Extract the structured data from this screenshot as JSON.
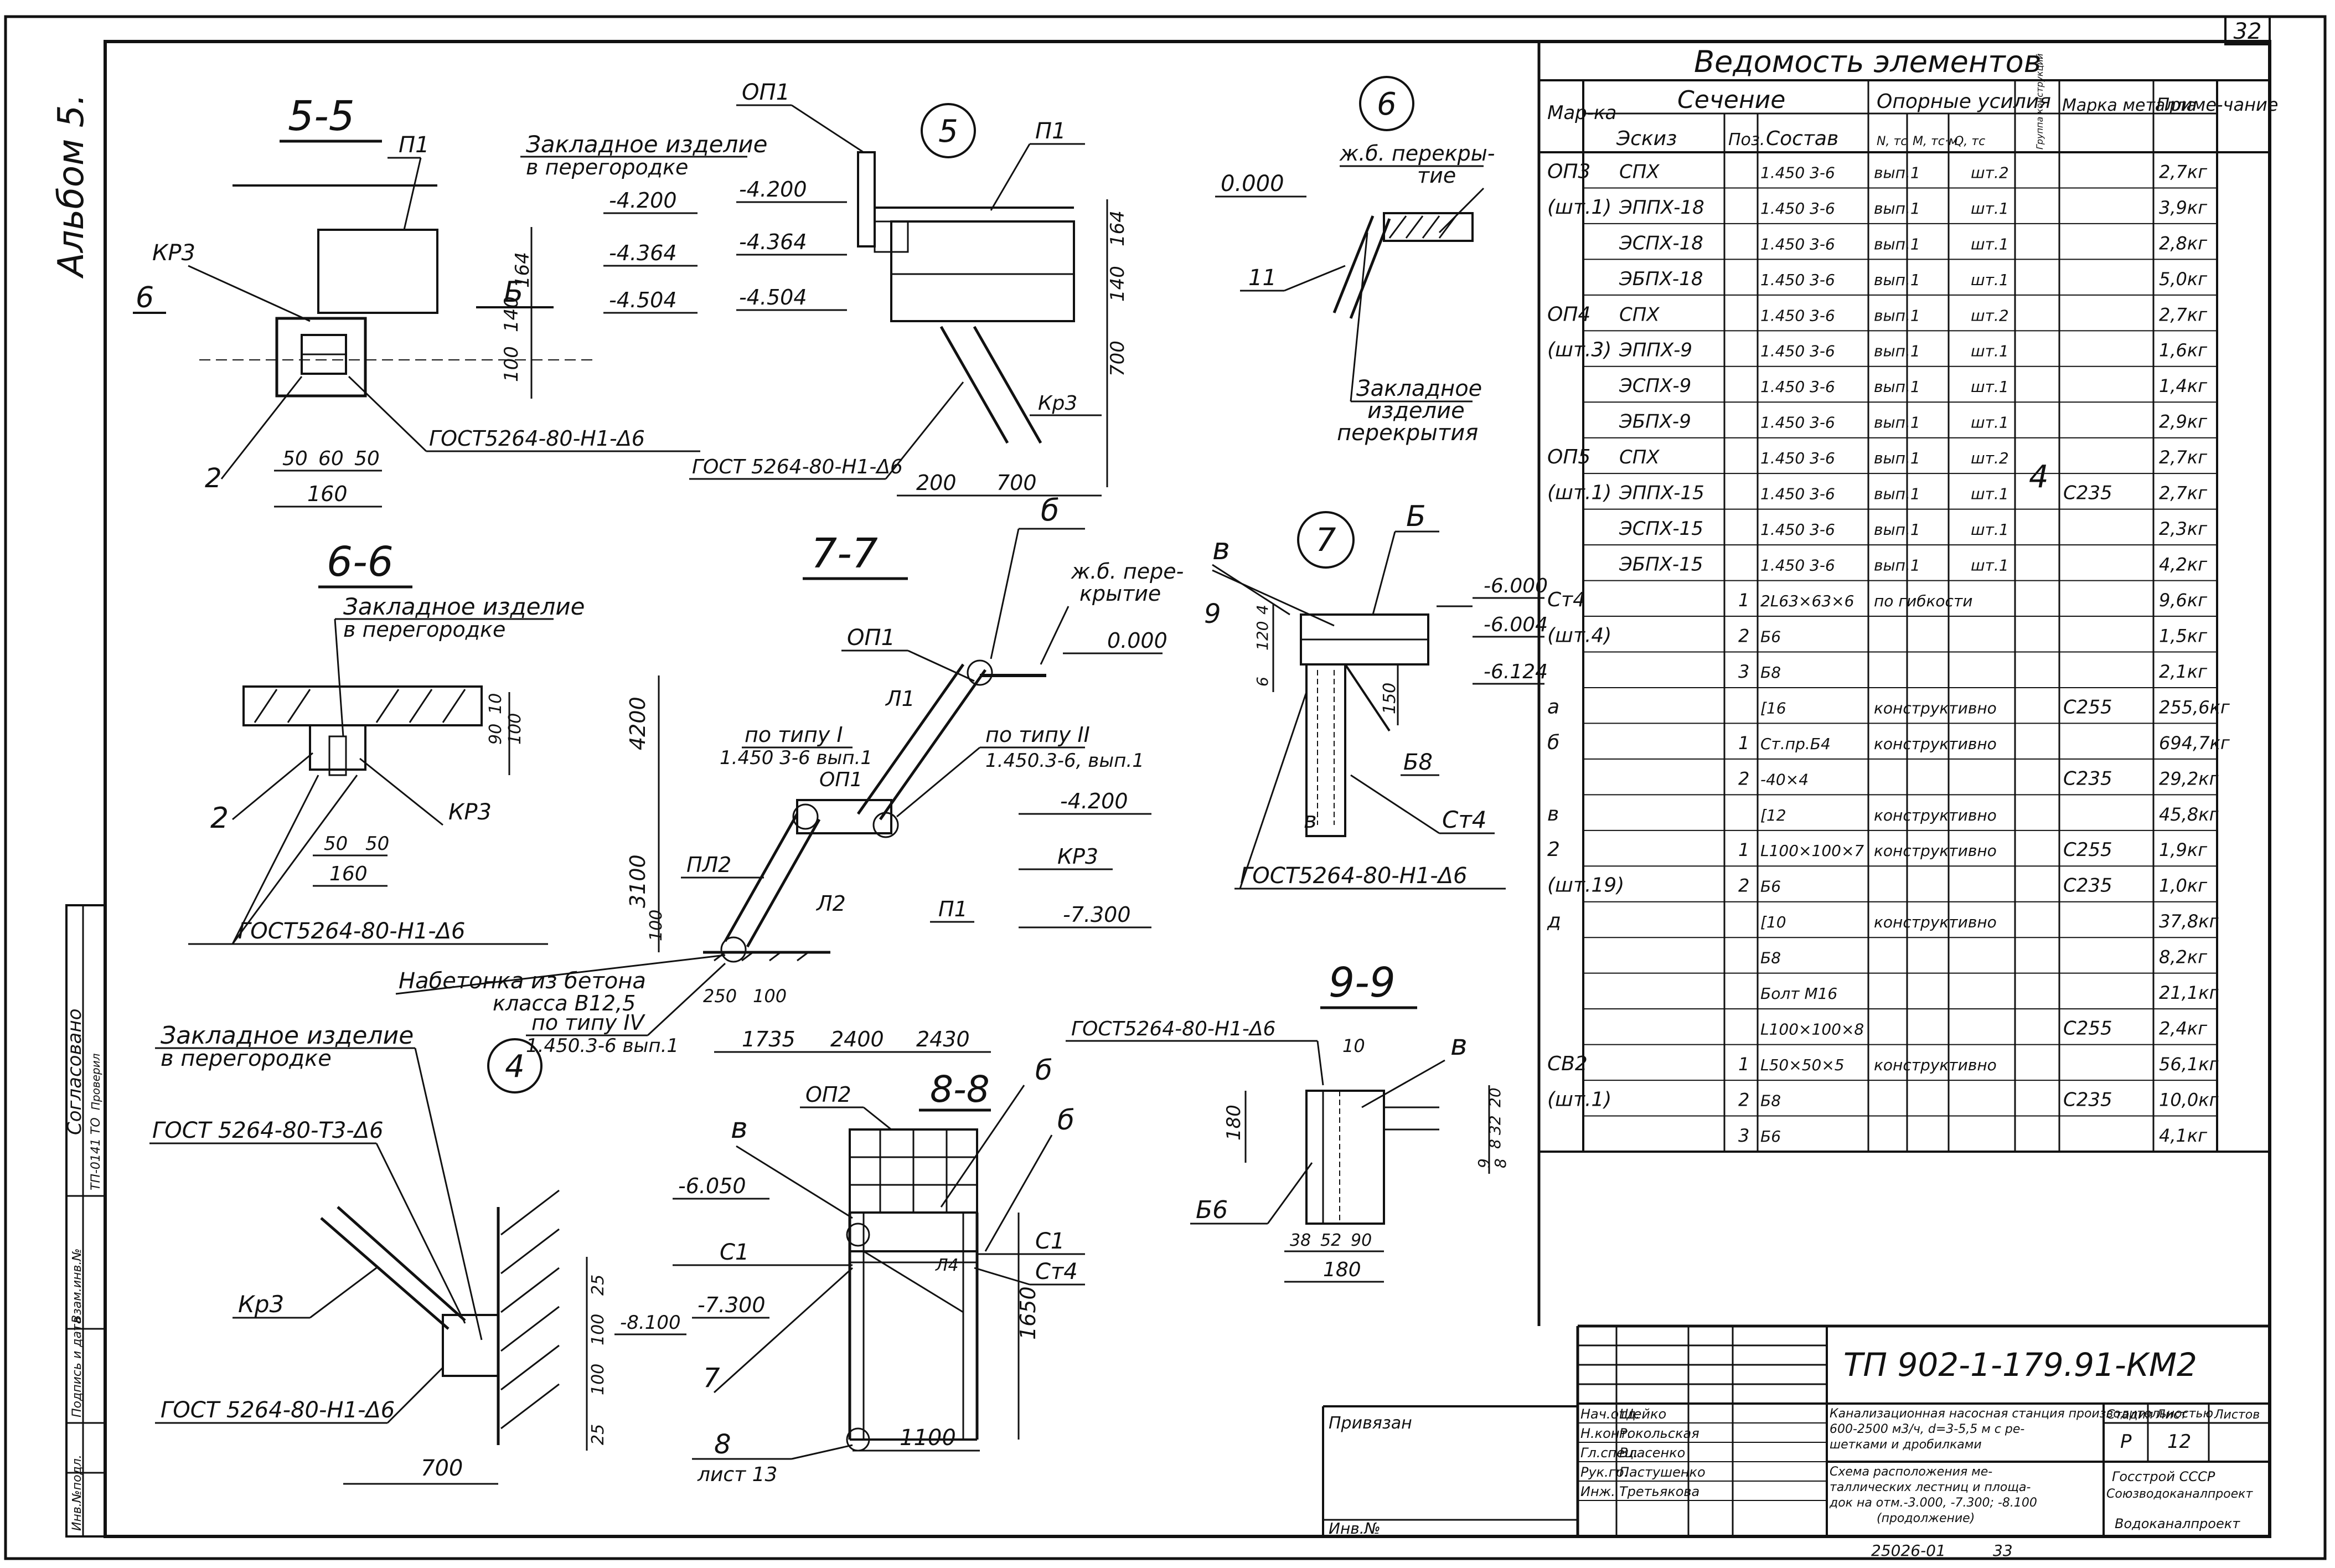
{
  "sheet": {
    "page_number": "32",
    "album": "Альбом 5.",
    "drawing_code": "ТП 902-1-179.91-КМ2",
    "footer_number": "25026-01",
    "footer_page": "33"
  },
  "sections": {
    "s55": {
      "title": "5-5",
      "embedded": "Закладное изделие",
      "embedded2": "в перегородке",
      "beam": "П1",
      "krz": "КР3",
      "mark6": "6",
      "mark_b": "Б",
      "lvl1": "-4.200",
      "lvl2": "-4.364",
      "lvl3": "-4.504",
      "dim_164": "164",
      "dim_140": "140",
      "dim_100": "100",
      "dims": [
        "50",
        "60",
        "50"
      ],
      "dim_160": "160",
      "weld": "ГОСТ5264-80-Н1-Δ6",
      "label_2": "2"
    },
    "n5": {
      "circle": "5",
      "op1": "ОП1",
      "p1": "П1",
      "lvl1": "-4.200",
      "lvl2": "-4.364",
      "lvl3": "-4.504",
      "dim_164": "164",
      "dim_140": "140",
      "dim_700": "700",
      "dim_200": "200",
      "dim_700b": "700",
      "kr3": "Кр3",
      "weld": "ГОСТ 5264-80-Н1-Δ6"
    },
    "n6": {
      "circle": "6",
      "slab": "ж.б. перекры-",
      "slab2": "тие",
      "lvl": "0.000",
      "label_11": "11",
      "embedded": "Закладное",
      "embedded2": "изделие",
      "embedded3": "перекрытия"
    },
    "s66": {
      "title": "6-6",
      "embedded": "Закладное изделие",
      "embedded2": "в перегородке",
      "dim_10": "10",
      "dim_90": "90",
      "dim_100": "100",
      "label_2": "2",
      "krz": "КР3",
      "dims": [
        "50",
        "50"
      ],
      "dim_160": "160",
      "weld": "ГОСТ5264-80-Н1-Δ6"
    },
    "s77": {
      "title": "7-7",
      "mark_b": "б",
      "slab": "ж.б. пере-",
      "slab2": "крытие",
      "op1": "ОП1",
      "l1": "Л1",
      "lvl0": "0.000",
      "type1": "по типу I",
      "type1b": "1.450 3-6 вып.1",
      "op1b": "ОП1",
      "type2": "по типу II",
      "type2b": "1.450.3-6, вып.1",
      "lvl4200": "-4.200",
      "dim_4200": "4200",
      "dim_3100": "3100",
      "dim_100": "100",
      "kr3": "КР3",
      "pl2": "ПЛ2",
      "l2": "Л2",
      "p1": "П1",
      "lvl7300": "-7.300",
      "concrete": "Набетонка из бетона",
      "concrete2": "класса В12,5",
      "type4": "по типу IV",
      "type4b": "1.450.3-6 вып.1",
      "dim_250": "250",
      "dim_100b": "100",
      "dims": [
        "1735",
        "2400",
        "2430"
      ]
    },
    "n7": {
      "circle": "7",
      "b": "в",
      "b2": "Б",
      "d": "9",
      "lvl1": "-6.000",
      "lvl2": "-6.004",
      "lvl3": "-6.124",
      "dims": [
        "4",
        "120",
        "6"
      ],
      "dim_150": "150",
      "b8": "Б8",
      "st4": "Ст4",
      "b3": "в",
      "weld": "ГОСТ5264-80-Н1-Δ6"
    },
    "n4": {
      "circle": "4",
      "embedded": "Закладное изделие",
      "embedded2": "в перегородке",
      "weld1": "ГОСТ 5264-80-Т3-Δ6",
      "kr3": "Кр3",
      "weld2": "ГОСТ 5264-80-Н1-Δ6",
      "dims": [
        "25",
        "100",
        "100",
        "25"
      ],
      "dim_700": "700"
    },
    "s88": {
      "title": "8-8",
      "op2": "ОП2",
      "b1": "б",
      "b2": "б",
      "v": "в",
      "lvl1": "-6.050",
      "c1a": "С1",
      "c1b": "С1",
      "st4": "Ст4",
      "l4": "Л4",
      "lvl2": "-7.300",
      "lvl3": "-8.100",
      "dim_1650": "1650",
      "label_7": "7",
      "label_8": "8",
      "sheet13": "лист 13",
      "dim_1100": "1100"
    },
    "s99": {
      "title": "9-9",
      "weld": "ГОСТ5264-80-Н1-Δ6",
      "dim_10": "10",
      "v": "в",
      "dim_180": "180",
      "dims_r": [
        "20",
        "32",
        "8"
      ],
      "dims_r2": [
        "9",
        "8"
      ],
      "b6": "Б6",
      "dims": [
        "38",
        "52",
        "90"
      ],
      "dim_180b": "180"
    }
  },
  "vedomost": {
    "title": "Ведомость элементов",
    "h_marka": "Мар-ка",
    "h_section": "Сечение",
    "h_sketch": "Эскиз",
    "h_pos": "Поз.",
    "h_sostav": "Состав",
    "h_forces": "Опорные усилия",
    "h_n": "N, тс",
    "h_m": "M, тс·м",
    "h_q": "Q, тс",
    "h_group": "Группа конструкций",
    "h_steel": "Марка металла",
    "h_note": "Приме-чание",
    "group_value": "4",
    "rows": [
      {
        "mark": "ОП3",
        "sketch": "СПХ",
        "pos": "",
        "sostav": "1.450 3-6",
        "ref": "вып.1",
        "qty": "шт.2",
        "steel": "",
        "note": "2,7кг"
      },
      {
        "mark": "(шт.1)",
        "sketch": "ЭППХ-18",
        "pos": "",
        "sostav": "1.450 3-6",
        "ref": "вып.1",
        "qty": "шт.1",
        "steel": "",
        "note": "3,9кг"
      },
      {
        "mark": "",
        "sketch": "ЭСПХ-18",
        "pos": "",
        "sostav": "1.450 3-6",
        "ref": "вып.1",
        "qty": "шт.1",
        "steel": "",
        "note": "2,8кг"
      },
      {
        "mark": "",
        "sketch": "ЭБПХ-18",
        "pos": "",
        "sostav": "1.450 3-6",
        "ref": "вып.1",
        "qty": "шт.1",
        "steel": "",
        "note": "5,0кг"
      },
      {
        "mark": "ОП4",
        "sketch": "СПХ",
        "pos": "",
        "sostav": "1.450 3-6",
        "ref": "вып.1",
        "qty": "шт.2",
        "steel": "",
        "note": "2,7кг"
      },
      {
        "mark": "(шт.3)",
        "sketch": "ЭППХ-9",
        "pos": "",
        "sostav": "1.450 3-6",
        "ref": "вып.1",
        "qty": "шт.1",
        "steel": "",
        "note": "1,6кг"
      },
      {
        "mark": "",
        "sketch": "ЭСПХ-9",
        "pos": "",
        "sostav": "1.450 3-6",
        "ref": "вып.1",
        "qty": "шт.1",
        "steel": "",
        "note": "1,4кг"
      },
      {
        "mark": "",
        "sketch": "ЭБПХ-9",
        "pos": "",
        "sostav": "1.450 3-6",
        "ref": "вып.1",
        "qty": "шт.1",
        "steel": "",
        "note": "2,9кг"
      },
      {
        "mark": "ОП5",
        "sketch": "СПХ",
        "pos": "",
        "sostav": "1.450 3-6",
        "ref": "вып.1",
        "qty": "шт.2",
        "steel": "",
        "note": "2,7кг"
      },
      {
        "mark": "(шт.1)",
        "sketch": "ЭППХ-15",
        "pos": "",
        "sostav": "1.450 3-6",
        "ref": "вып.1",
        "qty": "шт.1",
        "steel": "С235",
        "note": "2,7кг"
      },
      {
        "mark": "",
        "sketch": "ЭСПХ-15",
        "pos": "",
        "sostav": "1.450 3-6",
        "ref": "вып.1",
        "qty": "шт.1",
        "steel": "",
        "note": "2,3кг"
      },
      {
        "mark": "",
        "sketch": "ЭБПХ-15",
        "pos": "",
        "sostav": "1.450 3-6",
        "ref": "вып.1",
        "qty": "шт.1",
        "steel": "",
        "note": "4,2кг"
      },
      {
        "mark": "Ст4",
        "sketch": "",
        "pos": "1",
        "sostav": "2L63×63×6",
        "ref": "по гибкости",
        "qty": "",
        "steel": "",
        "note": "9,6кг"
      },
      {
        "mark": "(шт.4)",
        "sketch": "",
        "pos": "2",
        "sostav": "Б6",
        "ref": "",
        "qty": "",
        "steel": "",
        "note": "1,5кг"
      },
      {
        "mark": "",
        "sketch": "",
        "pos": "3",
        "sostav": "Б8",
        "ref": "",
        "qty": "",
        "steel": "",
        "note": "2,1кг"
      },
      {
        "mark": "а",
        "sketch": "",
        "pos": "",
        "sostav": "[16",
        "ref": "конструктивно",
        "qty": "",
        "steel": "С255",
        "note": "255,6кг"
      },
      {
        "mark": "б",
        "sketch": "",
        "pos": "1",
        "sostav": "Ст.пр.Б4",
        "ref": "конструктивно",
        "qty": "",
        "steel": "",
        "note": "694,7кг"
      },
      {
        "mark": "",
        "sketch": "",
        "pos": "2",
        "sostav": "-40×4",
        "ref": "",
        "qty": "",
        "steel": "С235",
        "note": "29,2кг"
      },
      {
        "mark": "в",
        "sketch": "",
        "pos": "",
        "sostav": "[12",
        "ref": "конструктивно",
        "qty": "",
        "steel": "",
        "note": "45,8кг"
      },
      {
        "mark": "2",
        "sketch": "",
        "pos": "1",
        "sostav": "L100×100×7",
        "ref": "конструктивно",
        "qty": "",
        "steel": "С255",
        "note": "1,9кг"
      },
      {
        "mark": "(шт.19)",
        "sketch": "",
        "pos": "2",
        "sostav": "Б6",
        "ref": "",
        "qty": "",
        "steel": "С235",
        "note": "1,0кг"
      },
      {
        "mark": "д",
        "sketch": "",
        "pos": "",
        "sostav": "[10",
        "ref": "конструктивно",
        "qty": "",
        "steel": "",
        "note": "37,8кг"
      },
      {
        "mark": "",
        "sketch": "",
        "pos": "",
        "sostav": "Б8",
        "ref": "",
        "qty": "",
        "steel": "",
        "note": "8,2кг"
      },
      {
        "mark": "",
        "sketch": "",
        "pos": "",
        "sostav": "Болт М16",
        "ref": "",
        "qty": "",
        "steel": "",
        "note": "21,1кг"
      },
      {
        "mark": "",
        "sketch": "",
        "pos": "",
        "sostav": "L100×100×8",
        "ref": "",
        "qty": "",
        "steel": "С255",
        "note": "2,4кг"
      },
      {
        "mark": "СВ2",
        "sketch": "",
        "pos": "1",
        "sostav": "L50×50×5",
        "ref": "конструктивно",
        "qty": "",
        "steel": "",
        "note": "56,1кг"
      },
      {
        "mark": "(шт.1)",
        "sketch": "",
        "pos": "2",
        "sostav": "Б8",
        "ref": "",
        "qty": "",
        "steel": "С235",
        "note": "10,0кг"
      },
      {
        "mark": "",
        "sketch": "",
        "pos": "3",
        "sostav": "Б6",
        "ref": "",
        "qty": "",
        "steel": "",
        "note": "4,1кг"
      }
    ]
  },
  "stamp": {
    "privyazan": "Привязан",
    "inv_no": "Инв.№",
    "roles": [
      "Нач.отд.",
      "Н.конт.",
      "Гл.спец.",
      "Рук.гр.",
      "Инж."
    ],
    "names": [
      "Шейко",
      "Рокольская",
      "Власенко",
      "Пастушенко",
      "Третьякова"
    ],
    "title1": "Канализационная насосная станция производительностью",
    "title1b": "600-2500 м3/ч, d=3-5,5 м с ре-",
    "title1c": "шетками и дробилками",
    "title2": "Схема расположения ме-",
    "title2b": "таллических лестниц и площа-",
    "title2c": "док на отм.-3.000, -7.300; -8.100",
    "title2d": "(продолжение)",
    "stage_h": "Стадия",
    "sheet_h": "Лист",
    "sheets_h": "Листов",
    "stage": "Р",
    "sheet": "12",
    "org": "Госстрой СССР",
    "org2": "Союзводоканалпроект",
    "org3": "Водоканалпроект"
  },
  "side_stamp": {
    "agreed": "Согласовано",
    "row1": "ТП-0141 ТО",
    "row1b": "Проверил",
    "col1": "Инв.№подл.",
    "col2": "Подпись и дата",
    "col3": "Взам.инв.№"
  }
}
